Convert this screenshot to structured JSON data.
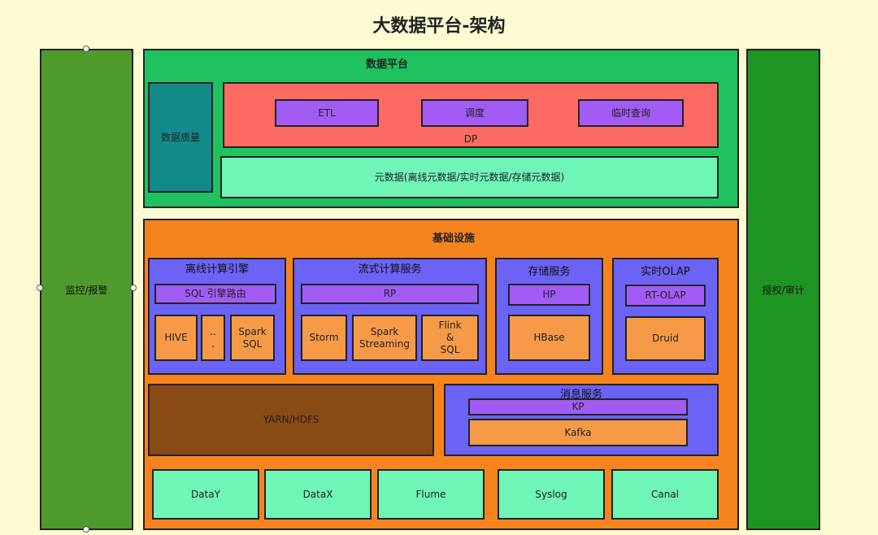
{
  "title": "大数据平台-架构",
  "left_panel": "监控/报警",
  "right_panel": "授权/审计",
  "data_platform": {
    "title": "数据平台",
    "quality": "数据质量",
    "dp": {
      "label": "DP",
      "items": [
        "ETL",
        "调度",
        "临时查询"
      ]
    },
    "metadata": "元数据(离线元数据/实时元数据/存储元数据)"
  },
  "infrastructure": {
    "title": "基础设施",
    "offline": {
      "title": "离线计算引擎",
      "router": "SQL 引擎路由",
      "engines": [
        "HIVE",
        "..\n.",
        "Spark\nSQL"
      ]
    },
    "streaming": {
      "title": "流式计算服务",
      "router": "RP",
      "engines": [
        "Storm",
        "Spark\nStreaming",
        "Flink\n&\nSQL"
      ]
    },
    "storage": {
      "title": "存储服务",
      "router": "HP",
      "engine": "HBase"
    },
    "olap": {
      "title": "实时OLAP",
      "router": "RT-OLAP",
      "engine": "Druid"
    },
    "yarn": "YARN/HDFS",
    "messaging": {
      "title": "消息服务",
      "router": "KP",
      "engine": "Kafka"
    },
    "collectors": [
      "DataY",
      "DataX",
      "Flume",
      "Syslog",
      "Canal"
    ]
  },
  "colors": {
    "background": "#fdfbd2",
    "data_platform": "#1fc25f",
    "infrastructure": "#f5841f",
    "service_group": "#6a63f5",
    "router": "#a25cf5",
    "engine": "#f69a47",
    "collector": "#6ff5b5"
  }
}
